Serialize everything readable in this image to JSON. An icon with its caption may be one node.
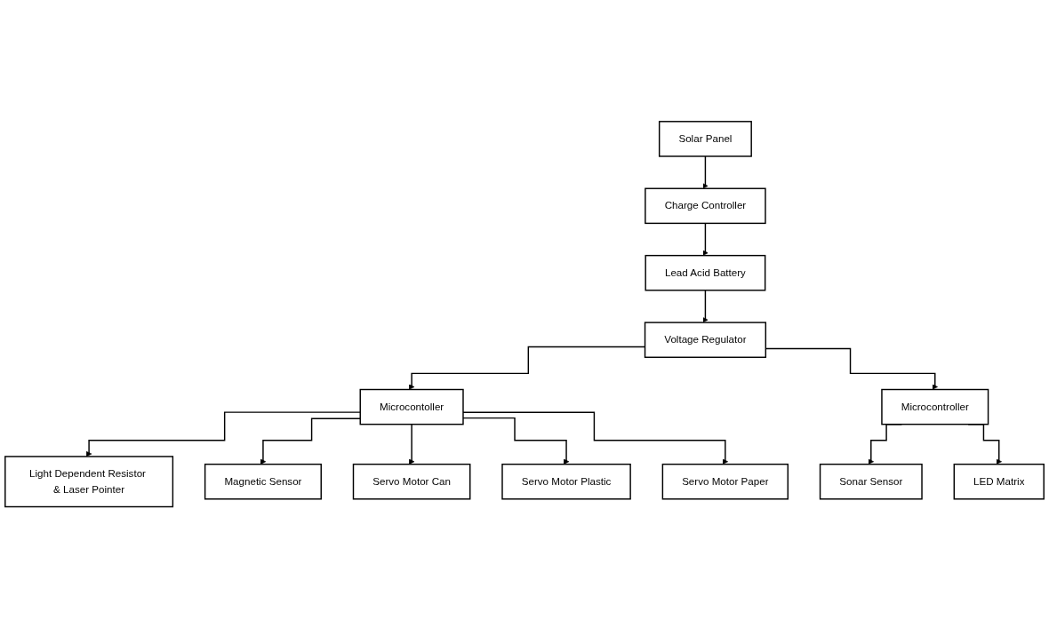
{
  "diagram": {
    "nodes": [
      {
        "text": [
          "Solar Panel"
        ]
      },
      {
        "text": [
          "Charge Controller"
        ]
      },
      {
        "text": [
          "Lead Acid Battery"
        ]
      },
      {
        "text": [
          "Voltage Regulator"
        ]
      },
      {
        "text": [
          "Light Dependent Resistor & Laser Pointer"
        ]
      },
      {
        "text": [
          "Microcontoller"
        ]
      },
      {
        "text": [
          "Servo Motor Can"
        ]
      },
      {
        "text": [
          "Sonar Sensor"
        ]
      },
      {
        "text": [
          "Microcontroller"
        ]
      },
      {
        "text": [
          "LED Matrix"
        ]
      },
      {
        "text": [
          "Servo Motor Plastic"
        ]
      },
      {
        "text": [
          "Magnetic Sensor"
        ]
      },
      {
        "text": [
          "Servo Motor Paper"
        ]
      }
    ],
    "edges": [
      {
        "from": 0,
        "to": 1,
        "arrow": "to"
      },
      {
        "from": 1,
        "to": 2,
        "arrow": "to"
      },
      {
        "from": 2,
        "to": 3,
        "arrow": "to"
      },
      {
        "from": 3,
        "to": 5,
        "arrow": "to"
      },
      {
        "from": 3,
        "to": 8,
        "arrow": "to"
      },
      {
        "from": 5,
        "to": 4,
        "arrow": "to"
      },
      {
        "from": 5,
        "to": 11,
        "arrow": "to"
      },
      {
        "from": 5,
        "to": 6,
        "arrow": "to"
      },
      {
        "from": 5,
        "to": 10,
        "arrow": "to"
      },
      {
        "from": 5,
        "to": 12,
        "arrow": "to"
      },
      {
        "from": 8,
        "to": 7,
        "arrow": "to"
      },
      {
        "from": 8,
        "to": 9,
        "arrow": "to"
      }
    ]
  }
}
